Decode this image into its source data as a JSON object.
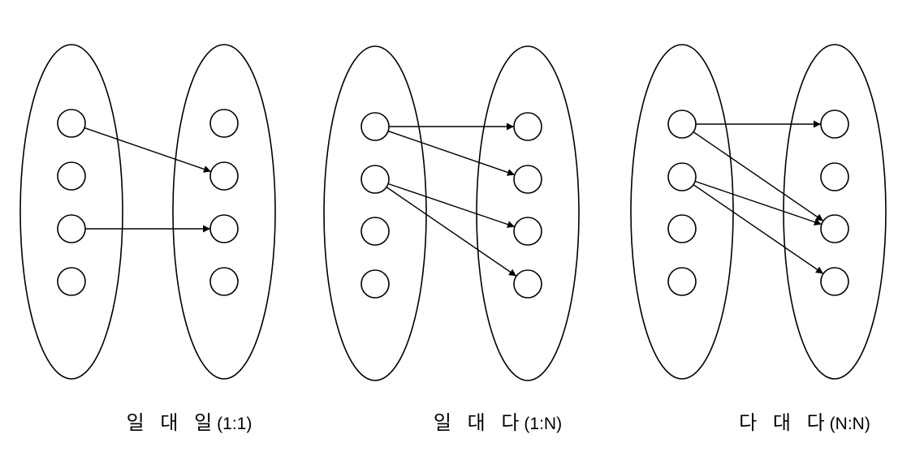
{
  "diagrams": [
    {
      "id": "one-to-one",
      "label_korean": "일 대 일",
      "label_ratio": "(1:1)",
      "left_nodes": 4,
      "right_nodes": 4,
      "edges": [
        [
          0,
          1
        ],
        [
          2,
          2
        ]
      ]
    },
    {
      "id": "one-to-many",
      "label_korean": "일 대 다",
      "label_ratio": "(1:N)",
      "left_nodes": 4,
      "right_nodes": 4,
      "edges": [
        [
          0,
          0
        ],
        [
          0,
          1
        ],
        [
          1,
          2
        ],
        [
          1,
          3
        ]
      ]
    },
    {
      "id": "many-to-many",
      "label_korean": "다 대 다",
      "label_ratio": "(N:N)",
      "left_nodes": 4,
      "right_nodes": 4,
      "edges": [
        [
          0,
          0
        ],
        [
          0,
          2
        ],
        [
          1,
          2
        ],
        [
          1,
          3
        ]
      ]
    }
  ],
  "colors": {
    "stroke": "#000000",
    "background": "#ffffff"
  }
}
